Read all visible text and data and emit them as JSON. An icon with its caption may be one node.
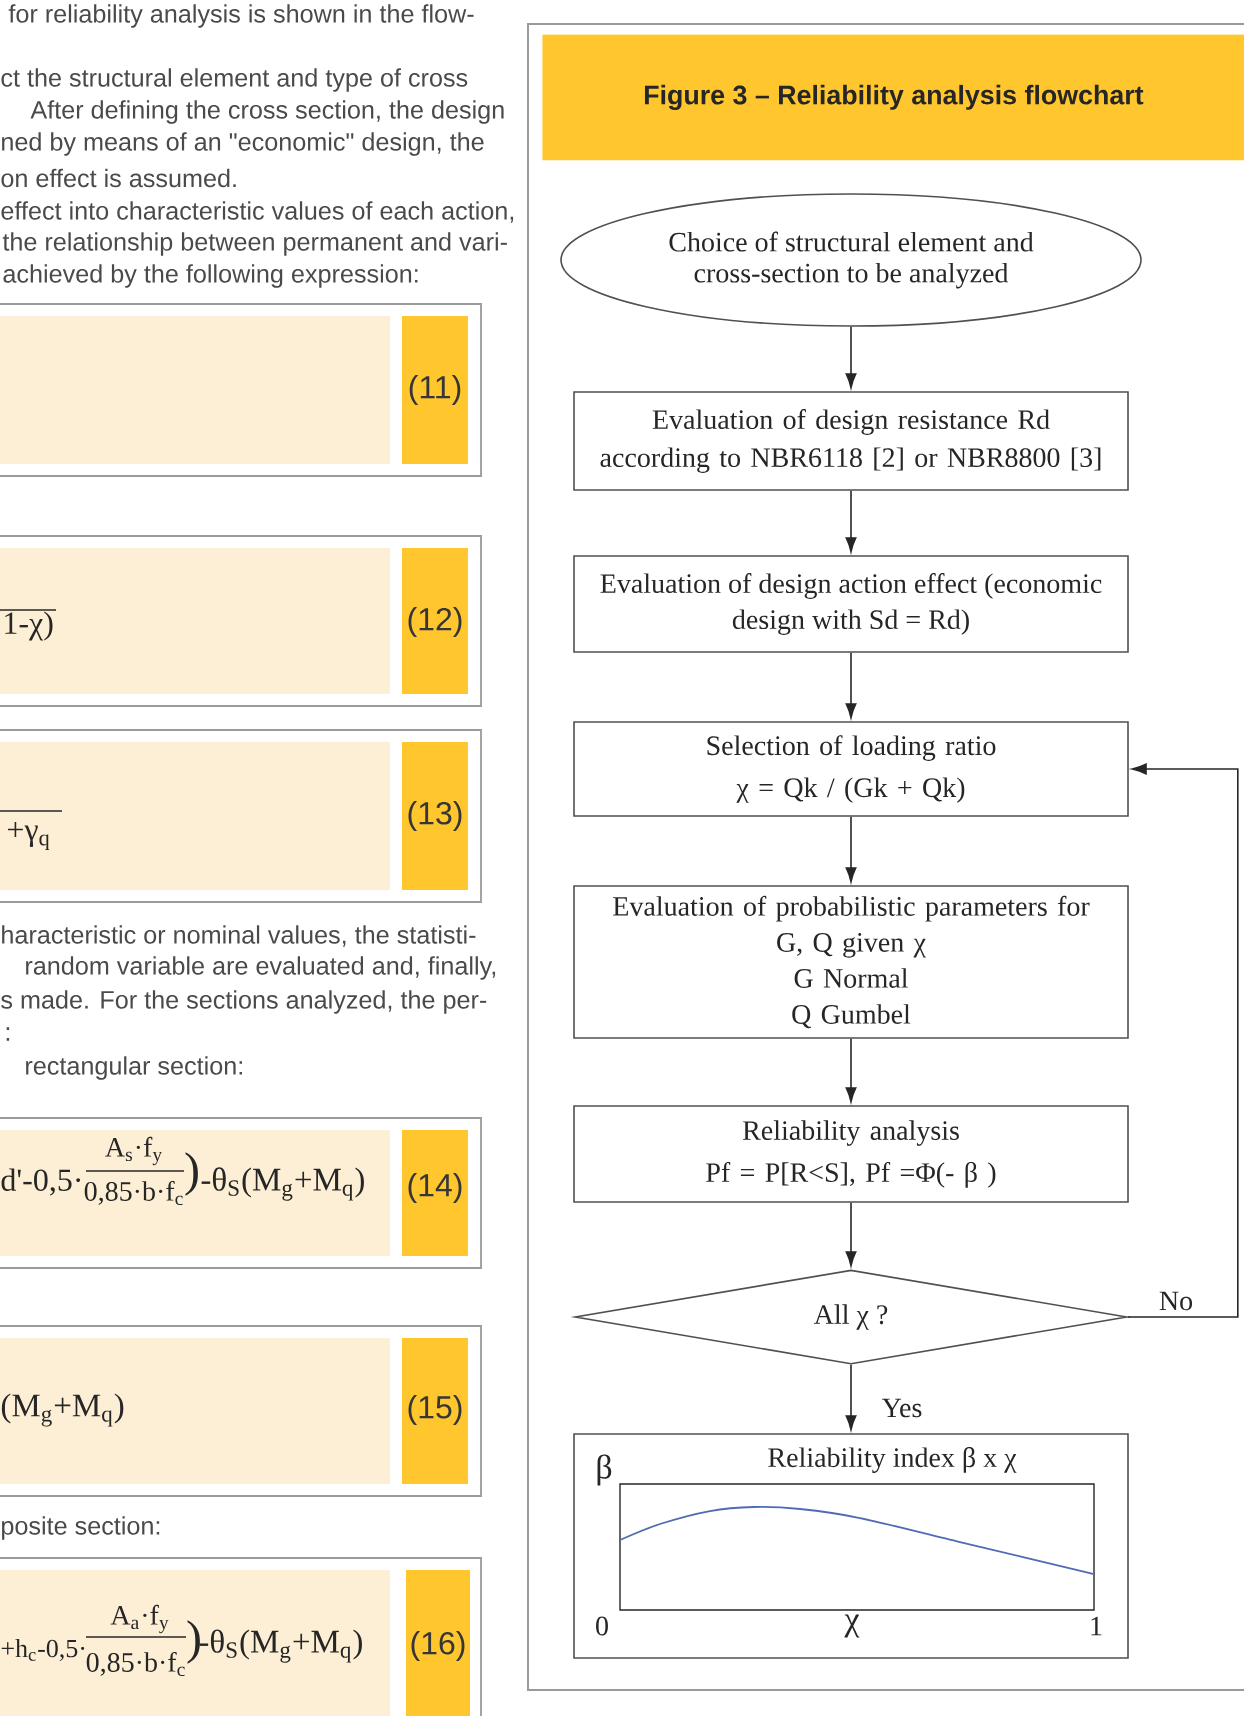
{
  "diagram": {
    "nodes": [
      {
        "text": [
          "Figure 3 – Reliability analysis flowchart"
        ]
      },
      {
        "text": [
          "Choice of structural element and cross-section to be analyzed"
        ],
        "in": 0
      },
      {
        "text": [
          "Evaluation of design resistance Rd according to NBR6118 [2] or NBR8800 [3]"
        ],
        "in": 0
      },
      {
        "text": [
          "Evaluation of design action effect (economic design with Sd = Rd)"
        ],
        "in": 0
      },
      {
        "text": [
          "Selection of loading ratio",
          "χ = Qk / (Gk + Qk)"
        ],
        "in": 0
      },
      {
        "text": [
          "Evaluation of probabilistic parameters for",
          "G, Q given χ",
          "G Normal",
          "Q Gumbel"
        ],
        "in": 0
      },
      {
        "text": [
          "Reliability analysis",
          "Pf = P[R<S], Pf =Φ(- β )"
        ],
        "in": 0
      },
      {
        "text": [
          "All χ ?"
        ],
        "in": 0
      },
      {
        "text": [
          "β",
          "Reliability index β x χ",
          "0",
          "χ",
          "1"
        ],
        "in": 0
      },
      {
        "text": [
          "(11)"
        ]
      },
      {
        "text": [
          "1-χ)",
          "(12)"
        ]
      },
      {
        "text": [
          "+γ$_{q}$",
          "(13)"
        ]
      },
      {
        "text": [
          "d'-0,5·",
          "A$_{s}$·f$_{y}$",
          "0,85·b·f$_{c}$",
          ")",
          "-θ$_{S}$(M$_{g}$+M$_{q}$)",
          "(14)"
        ]
      },
      {
        "text": [
          "(M$_{g}$+M$_{q}$)",
          "(15)"
        ]
      },
      {
        "text": [
          "+h$_{c}$-0,5·",
          "A$_{a}$·f$_{y}$",
          "0,85·b·f$_{c}$",
          ")",
          "-θ$_{S}$(M$_{g}$+M$_{q}$)",
          "(16)"
        ]
      }
    ],
    "edges": [
      {
        "from": 1,
        "to": 2,
        "arrow": "to"
      },
      {
        "from": 2,
        "to": 3,
        "arrow": "to"
      },
      {
        "from": 3,
        "to": 4,
        "arrow": "to"
      },
      {
        "from": 4,
        "to": 5,
        "arrow": "to"
      },
      {
        "from": 5,
        "to": 6,
        "arrow": "to"
      },
      {
        "from": 6,
        "to": 7,
        "arrow": "to"
      },
      {
        "from": 7,
        "to": 8,
        "arrow": "to",
        "label": "Yes"
      },
      {
        "from": 7,
        "to": 4,
        "arrow": "to",
        "label": "No"
      }
    ],
    "labels": [
      "for reliability analysis is shown in the flow-",
      "ct the structural element and type of cross",
      "After defining the cross section, the design",
      "ned by means of an \"economic\" design, the",
      "on effect is assumed.",
      "effect into characteristic values of each action,",
      "the relationship between permanent and vari-",
      "achieved by the following expression:",
      "haracteristic or nominal values, the statisti-",
      "random variable are evaluated and, finally,",
      "s made. For the sections analyzed, the per-",
      ":",
      "rectangular section:",
      "posite section:"
    ]
  }
}
